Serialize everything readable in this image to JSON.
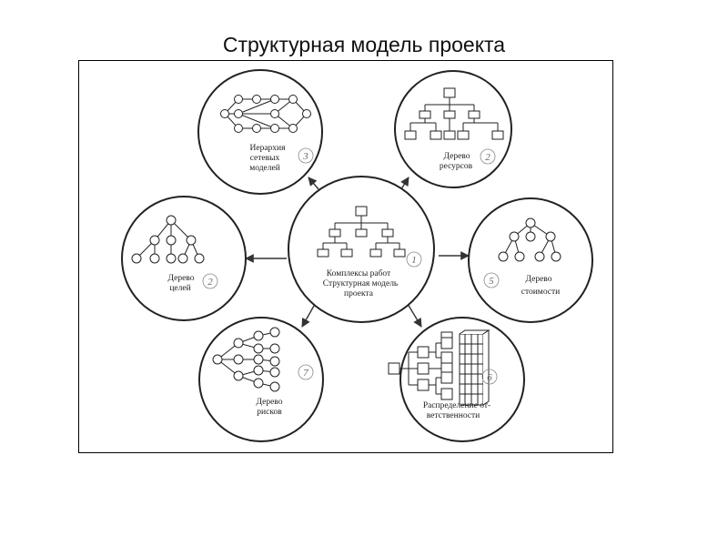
{
  "slide": {
    "title": "Структурная модель проекта"
  },
  "nodes": [
    {
      "id": "center",
      "lines": [
        "Комплексы работ",
        "Структурная модель",
        "проекта"
      ],
      "number": "1"
    },
    {
      "id": "resources",
      "lines": [
        "Дерево",
        "ресурсов"
      ],
      "number": "2"
    },
    {
      "id": "network",
      "lines": [
        "Иерархия",
        "сетевых",
        "моделей"
      ],
      "number": "3"
    },
    {
      "id": "goals",
      "lines": [
        "Дерево",
        "целей"
      ],
      "number": "2"
    },
    {
      "id": "costs",
      "lines": [
        "Дерево",
        "стоимости"
      ],
      "number": "5"
    },
    {
      "id": "risks",
      "lines": [
        "Дерево",
        "рисков"
      ],
      "number": "7"
    },
    {
      "id": "responsibility",
      "lines": [
        "Распределение от-",
        "ветственности"
      ],
      "number": "6"
    }
  ],
  "colors": {
    "ink": "#222222",
    "frame": "#000000",
    "background": "#ffffff"
  }
}
